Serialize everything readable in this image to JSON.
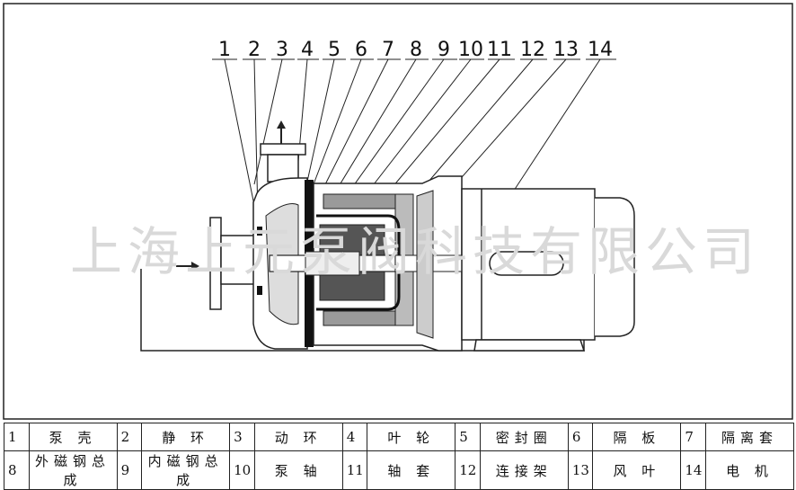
{
  "callout_numbers": [
    "1",
    "2",
    "3",
    "4",
    "5",
    "6",
    "7",
    "8",
    "9",
    "10",
    "11",
    "12",
    "13",
    "14"
  ],
  "watermark": "上海上元泵阀科技有限公司",
  "legend": {
    "rows": [
      [
        {
          "num": "1",
          "label": "泵  壳"
        },
        {
          "num": "2",
          "label": "静  环"
        },
        {
          "num": "3",
          "label": "动  环"
        },
        {
          "num": "4",
          "label": "叶  轮"
        },
        {
          "num": "5",
          "label": "密封圈"
        },
        {
          "num": "6",
          "label": "隔  板"
        },
        {
          "num": "7",
          "label": "隔离套"
        }
      ],
      [
        {
          "num": "8",
          "label": "外磁钢总成"
        },
        {
          "num": "9",
          "label": "内磁钢总成"
        },
        {
          "num": "10",
          "label": "泵  轴"
        },
        {
          "num": "11",
          "label": "轴  套"
        },
        {
          "num": "12",
          "label": "连接架"
        },
        {
          "num": "13",
          "label": "风  叶"
        },
        {
          "num": "14",
          "label": "电  机"
        }
      ]
    ]
  }
}
